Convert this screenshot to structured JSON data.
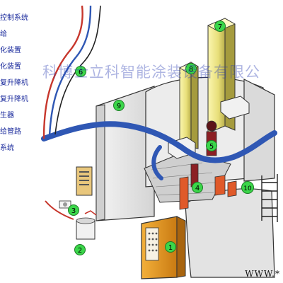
{
  "legend": {
    "items": [
      "控制系统",
      "给",
      "化装置",
      "化装置",
      "复升降机",
      "复升降机",
      "生器",
      "给管路",
      "系统"
    ]
  },
  "watermark": "科博士立科智能涂装设备有限公",
  "footer": "WWW.*",
  "markers": [
    "1",
    "2",
    "3",
    "4",
    "5",
    "6",
    "7",
    "8",
    "9",
    "10"
  ],
  "colors": {
    "marker_green": "#3bd64a",
    "legend_blue": "#1a2a9c",
    "wall_fill": "#e6e6e6",
    "wall_stroke": "#333333",
    "pipe_blue": "#2f57b4",
    "pipe_red": "#c7362c",
    "cabinet_orange": "#e59a23",
    "door_red": "#e05a2a"
  }
}
